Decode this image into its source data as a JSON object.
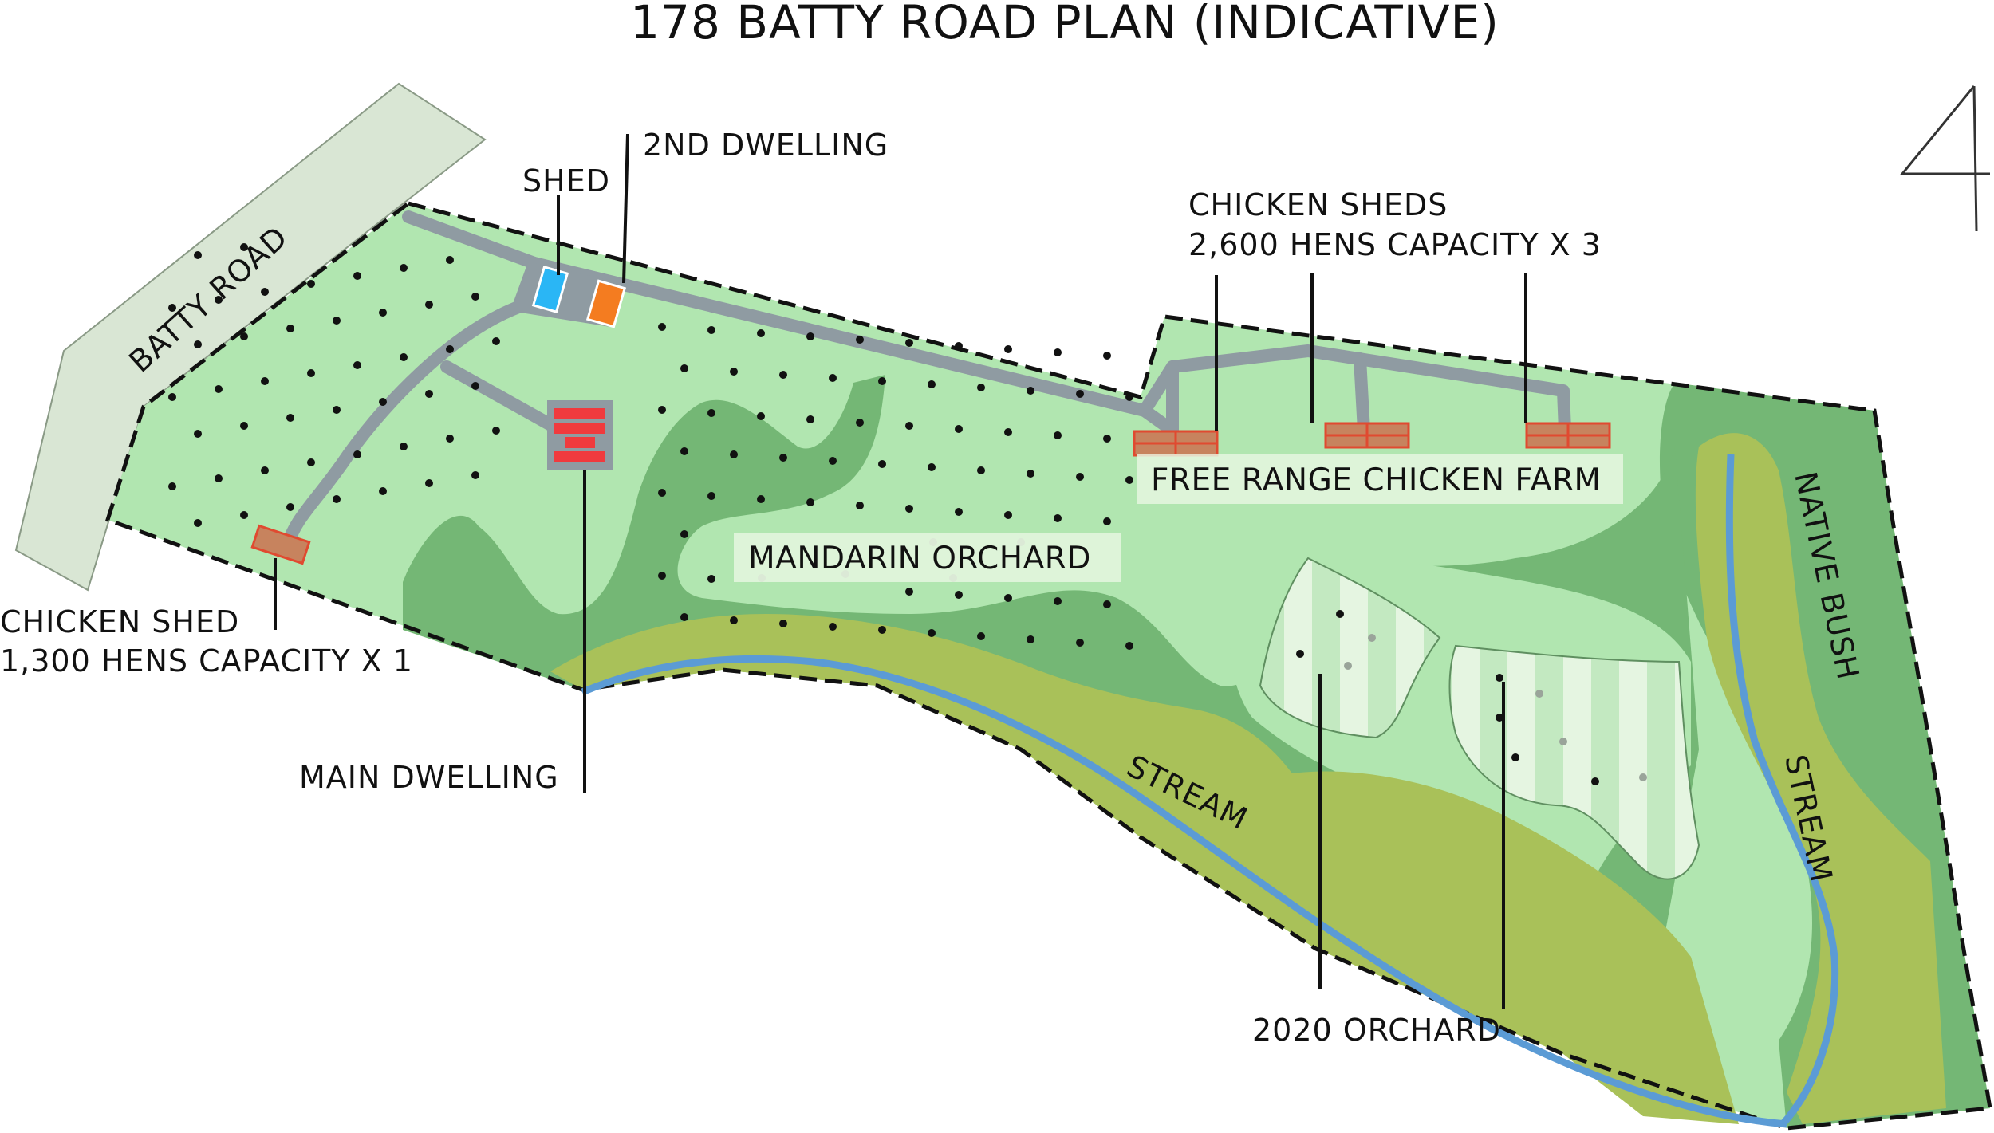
{
  "title": "178 BATTY ROAD PLAN (INDICATIVE)",
  "road_label": "BATTY ROAD",
  "labels": {
    "shed": "SHED",
    "second_dwelling": "2ND DWELLING",
    "chicken_sheds_line1": "CHICKEN SHEDS",
    "chicken_sheds_line2": "2,600 HENS CAPACITY X 3",
    "chicken_shed_line1": "CHICKEN SHED",
    "chicken_shed_line2": "1,300 HENS CAPACITY X 1",
    "main_dwelling": "MAIN DWELLING",
    "mandarin_orchard": "MANDARIN ORCHARD",
    "free_range_chicken_farm": "FREE RANGE CHICKEN FARM",
    "stream_south": "STREAM",
    "stream_east": "STREAM",
    "native_bush": "NATIVE BUSH",
    "orchard_2020": "2020 ORCHARD"
  },
  "colors": {
    "pasture": "#b1e6b0",
    "bush": "#74b775",
    "flood": "#a9c159",
    "road": "#d9e6d4",
    "track": "#8f9ba2",
    "stream": "#5b9bd5",
    "shed_blue": "#2ab6f5",
    "dwelling_orange": "#f47c20",
    "main_dwelling_red": "#f03a3e",
    "chicken_shed": "#c7835e"
  },
  "icons": {
    "north_arrow": "north-arrow-icon"
  }
}
